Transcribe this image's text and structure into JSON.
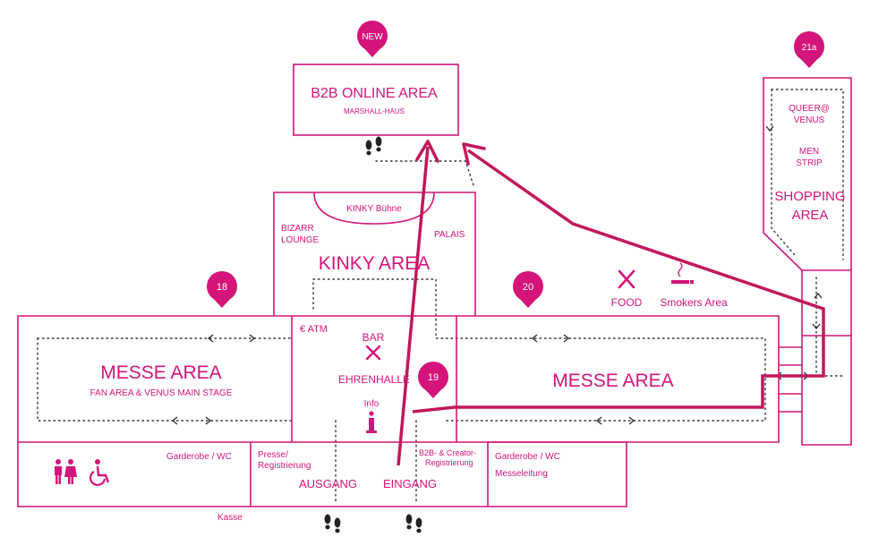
{
  "colors": {
    "accent": "#d4147a",
    "route": "#c2185b",
    "path": "#333333",
    "background": "#ffffff"
  },
  "pins": {
    "new": "NEW",
    "hall_21a": "21a",
    "hall_18": "18",
    "hall_19": "19",
    "hall_20": "20"
  },
  "b2b_online": {
    "title": "B2B ONLINE AREA",
    "subtitle": "MARSHALL-HAUS"
  },
  "kinky": {
    "stage": "KINKY Bühne",
    "bizarr_line1": "BIZARR",
    "bizarr_line2": "LOUNGE",
    "palais": "PALAIS",
    "title": "KINKY AREA"
  },
  "center": {
    "atm": "€ ATM",
    "bar": "BAR",
    "ehrenhalle": "EHRENHALLE",
    "info": "Info"
  },
  "messe_left": {
    "title": "MESSE AREA",
    "subtitle": "FAN AREA & VENUS MAIN STAGE"
  },
  "messe_right": {
    "title": "MESSE AREA"
  },
  "food": "FOOD",
  "smokers": "Smokers Area",
  "side_hall": {
    "queer_line1": "QUEER@",
    "queer_line2": "VENUS",
    "men_line1": "MEN",
    "men_line2": "STRIP",
    "shop_line1": "SHOPPING",
    "shop_line2": "AREA"
  },
  "bottom": {
    "garderobe_left": "Garderobe / WC",
    "kasse": "Kasse",
    "presse_line1": "Presse/",
    "presse_line2": "Registrierung",
    "ausgang": "AUSGANG",
    "eingang": "EINGANG",
    "b2b_reg_line1": "B2B- & Creator-",
    "b2b_reg_line2": "Registrierung",
    "garderobe_right": "Garderobe / WC",
    "messeleitung": "Messeleitung"
  },
  "icons": [
    "map-pin-icon",
    "footprints-icon",
    "fork-knife-icon",
    "cigarette-icon",
    "info-icon",
    "restroom-icon",
    "wheelchair-icon"
  ]
}
